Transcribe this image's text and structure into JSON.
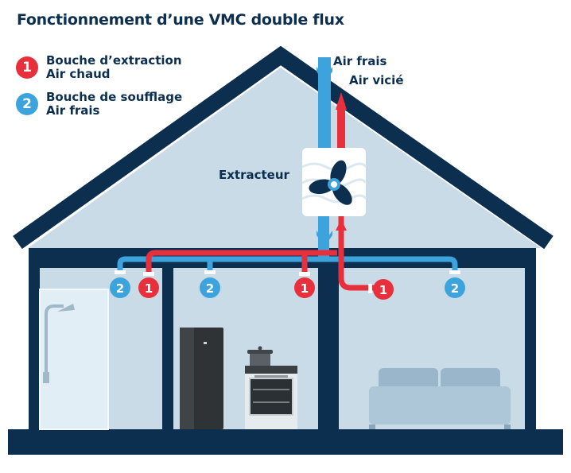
{
  "title": "Fonctionnement d’une VMC double flux",
  "legend": [
    {
      "number": "1",
      "line1": "Bouche d’extraction",
      "line2": "Air chaud",
      "color": "#e8303c"
    },
    {
      "number": "2",
      "line1": "Bouche de soufflage",
      "line2": "Air frais",
      "color": "#3da3dd"
    }
  ],
  "flows": {
    "fresh_air": "Air frais",
    "stale_air": "Air vicié"
  },
  "extractor_label": "Extracteur",
  "vents": [
    {
      "number": "2",
      "type": "soufflage"
    },
    {
      "number": "1",
      "type": "extraction"
    },
    {
      "number": "2",
      "type": "soufflage"
    },
    {
      "number": "1",
      "type": "extraction"
    },
    {
      "number": "1",
      "type": "extraction"
    },
    {
      "number": "2",
      "type": "soufflage"
    }
  ],
  "colors": {
    "dark_blue": "#0d2f4f",
    "light_wall": "#c9dbe6",
    "hot_red": "#e8303c",
    "fresh_blue": "#3da3dd"
  }
}
